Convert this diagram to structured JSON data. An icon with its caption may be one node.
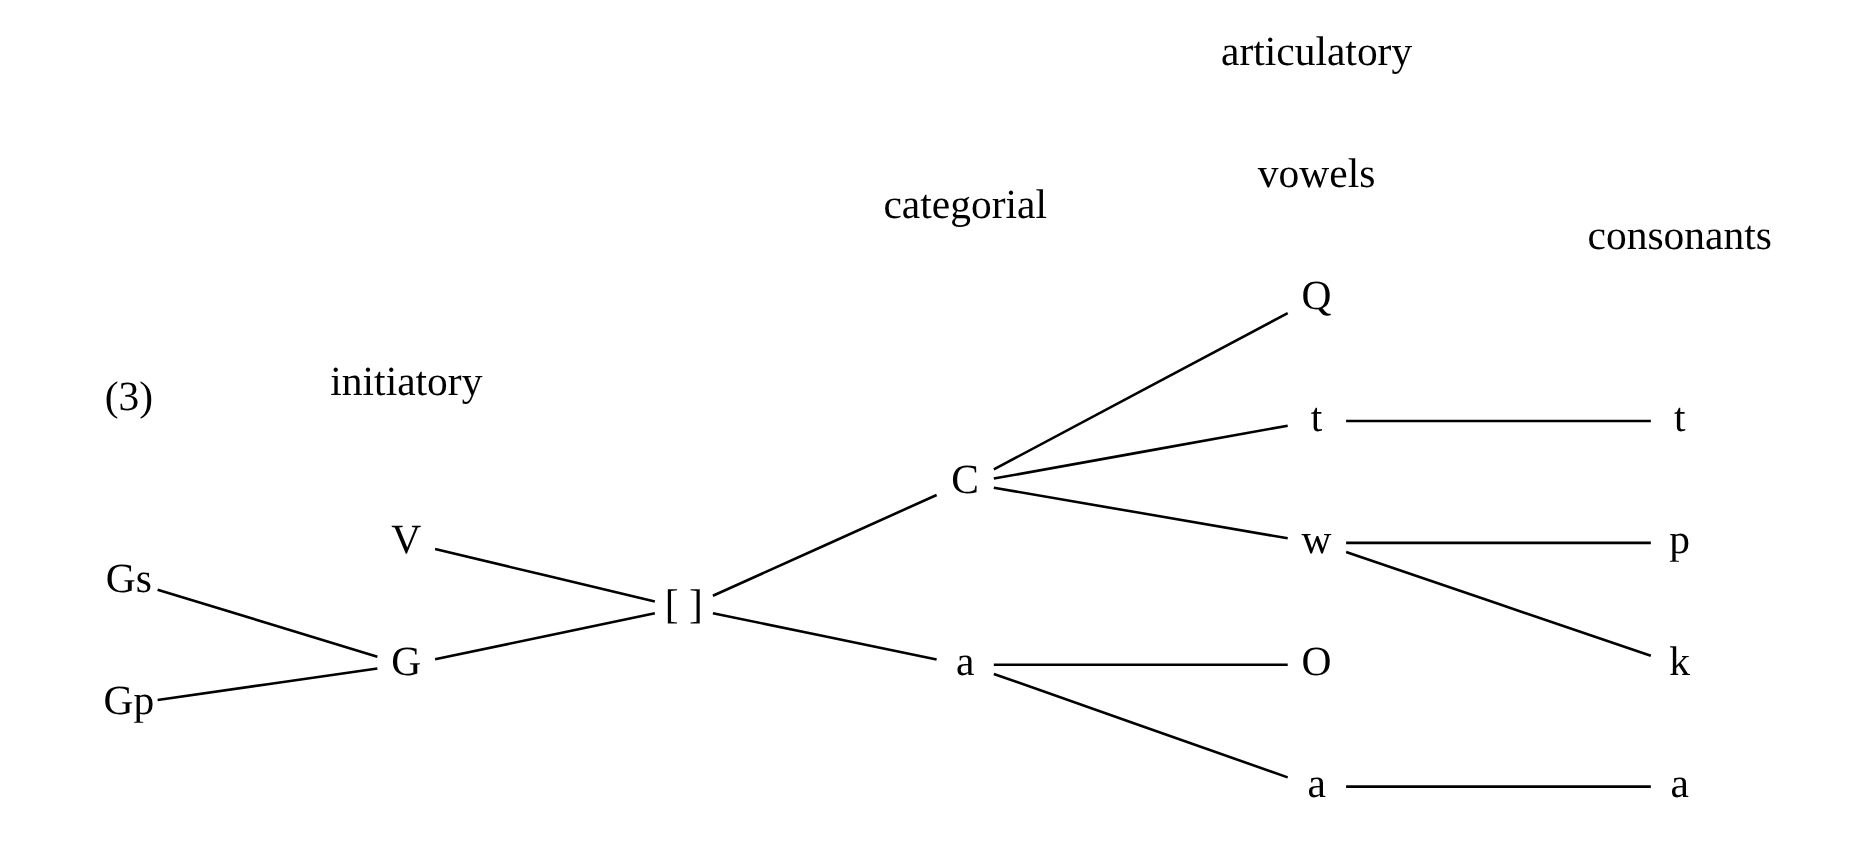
{
  "diagram": {
    "nodes": [
      {
        "text": [
          "[ ]"
        ]
      },
      {
        "text": [
          "V"
        ]
      },
      {
        "text": [
          "G"
        ]
      },
      {
        "text": [
          "Gs"
        ]
      },
      {
        "text": [
          "Gp"
        ]
      },
      {
        "text": [
          "C"
        ]
      },
      {
        "text": [
          "Q"
        ]
      },
      {
        "text": [
          "a"
        ]
      },
      {
        "text": [
          "O"
        ]
      },
      {
        "text": [
          "t"
        ]
      },
      {
        "text": [
          "w"
        ]
      },
      {
        "text": [
          "a"
        ]
      },
      {
        "text": [
          "t"
        ]
      },
      {
        "text": [
          "p"
        ]
      },
      {
        "text": [
          "k"
        ]
      },
      {
        "text": [
          "a"
        ]
      }
    ],
    "edges": [
      {
        "from": 3,
        "to": 2,
        "arrow": "none"
      },
      {
        "from": 4,
        "to": 2,
        "arrow": "none"
      },
      {
        "from": 1,
        "to": 0,
        "arrow": "none"
      },
      {
        "from": 2,
        "to": 0,
        "arrow": "none"
      },
      {
        "from": 0,
        "to": 5,
        "arrow": "none"
      },
      {
        "from": 0,
        "to": 7,
        "arrow": "none"
      },
      {
        "from": 5,
        "to": 9,
        "arrow": "none"
      },
      {
        "from": 5,
        "to": 6,
        "arrow": "none"
      },
      {
        "from": 5,
        "to": 10,
        "arrow": "none"
      },
      {
        "from": 7,
        "to": 8,
        "arrow": "none"
      },
      {
        "from": 7,
        "to": 11,
        "arrow": "none"
      },
      {
        "from": 9,
        "to": 12,
        "arrow": "none"
      },
      {
        "from": 10,
        "to": 13,
        "arrow": "none"
      },
      {
        "from": 10,
        "to": 14,
        "arrow": "none"
      },
      {
        "from": 11,
        "to": 15,
        "arrow": "none"
      }
    ],
    "labels": [
      "(3)",
      "initiatory",
      "categorial",
      "articulatory",
      "vowels",
      "consonants"
    ]
  }
}
